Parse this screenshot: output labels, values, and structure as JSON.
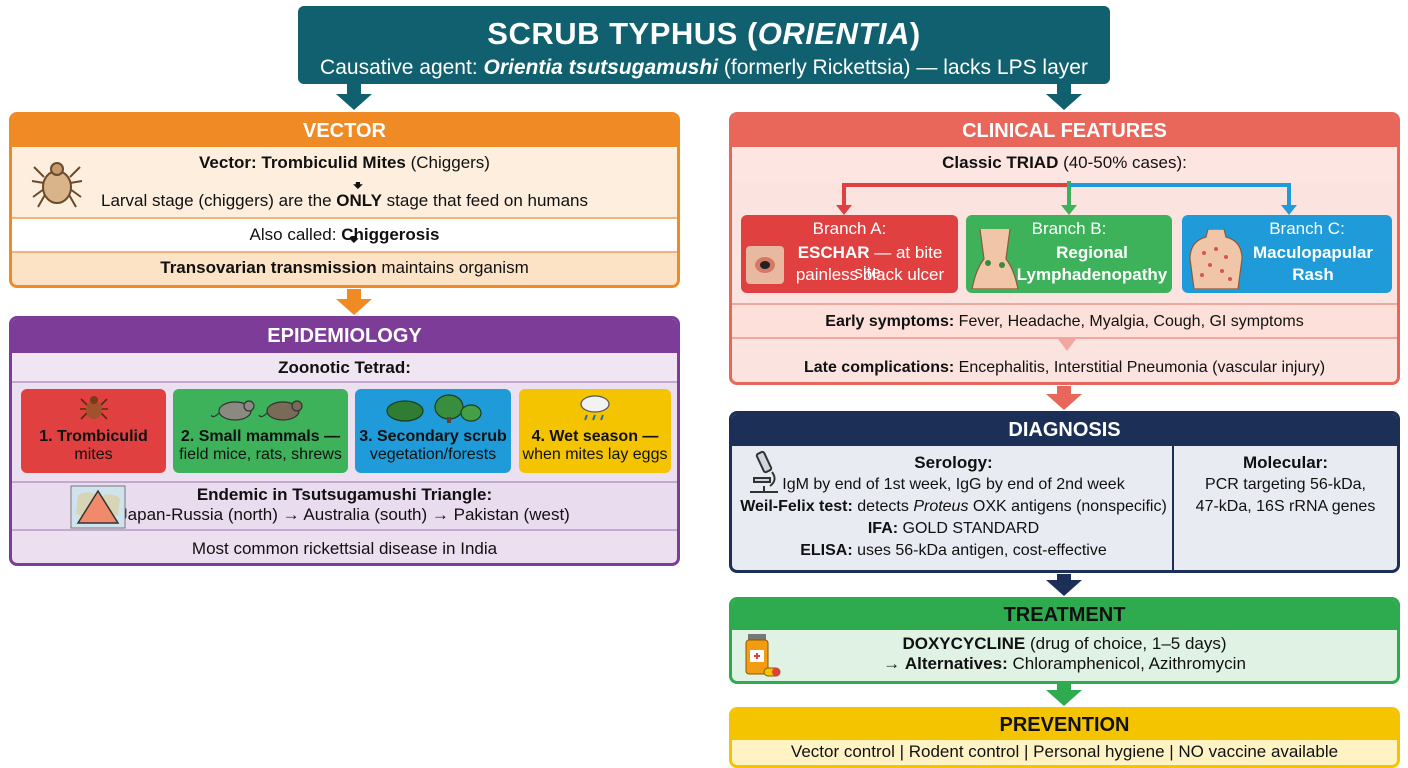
{
  "title": {
    "main_prefix": "SCRUB TYPHUS (",
    "main_italic": "ORIENTIA",
    "main_suffix": ")",
    "sub_prefix": "Causative agent: ",
    "sub_bold_italic": "Orientia tsutsugamushi",
    "sub_suffix": " (formerly Rickettsia) — lacks LPS layer"
  },
  "vector": {
    "header": "VECTOR",
    "line1_bold": "Vector: Trombiculid Mites",
    "line1_rest": " (Chiggers)",
    "line2_pre": "Larval stage (chiggers) are the ",
    "line2_bold": "ONLY",
    "line2_post": " stage that feed on humans",
    "line3_pre": "Also called: ",
    "line3_bold": "Chiggerosis",
    "line4_bold": "Transovarian transmission",
    "line4_rest": " maintains organism"
  },
  "epidemiology": {
    "header": "EPIDEMIOLOGY",
    "tetrad_title": "Zoonotic Tetrad:",
    "cards": [
      {
        "bold": "1. Trombiculid",
        "rest": "mites",
        "color": "#e04040"
      },
      {
        "bold": "2. Small mammals —",
        "rest": "field mice, rats, shrews",
        "color": "#3db25a"
      },
      {
        "bold": "3. Secondary scrub",
        "rest": "vegetation/forests",
        "color": "#1e9bd8"
      },
      {
        "bold": "4. Wet season —",
        "rest": "when mites lay eggs",
        "color": "#f5c400"
      }
    ],
    "triangle_bold": "Endemic in Tsutsugamushi Triangle:",
    "triangle_rest": "Japan-Russia (north) → Australia (south) → Pakistan (west)",
    "footer": "Most common rickettsial disease in India"
  },
  "clinical": {
    "header": "CLINICAL FEATURES",
    "triad_bold": "Classic TRIAD",
    "triad_rest": " (40-50% cases):",
    "branches": [
      {
        "title": "Branch A:",
        "bold": "ESCHAR",
        "rest1": " — at bite site,",
        "rest2": "painless black ulcer",
        "color": "#e04040"
      },
      {
        "title": "Branch B:",
        "line2": "Regional",
        "line3": "Lymphadenopathy",
        "color": "#3db25a"
      },
      {
        "title": "Branch C:",
        "line2": "Maculopapular",
        "line3": "Rash",
        "color": "#1e9bd8"
      }
    ],
    "early_bold": "Early symptoms:",
    "early_rest": " Fever, Headache, Myalgia, Cough, GI symptoms",
    "late_bold": "Late complications:",
    "late_rest": " Encephalitis, Interstitial Pneumonia (vascular injury)"
  },
  "diagnosis": {
    "header": "DIAGNOSIS",
    "serology_title": "Serology:",
    "serology_line1": "IgM by end of 1st week, IgG by end of 2nd week",
    "weil_bold": "Weil-Felix test:",
    "weil_pre": " detects ",
    "weil_italic": "Proteus",
    "weil_post": " OXK antigens (nonspecific)",
    "ifa_bold": "IFA:",
    "ifa_rest": " GOLD STANDARD",
    "elisa_bold": "ELISA:",
    "elisa_rest": " uses 56-kDa antigen, cost-effective",
    "molecular_title": "Molecular:",
    "molecular_line1": "PCR targeting 56-kDa,",
    "molecular_line2": "47-kDa, 16S rRNA genes"
  },
  "treatment": {
    "header": "TREATMENT",
    "line1_bold": "DOXYCYCLINE",
    "line1_rest": " (drug of choice, 1–5 days)",
    "line2_arrow": "→ ",
    "line2_bold": "Alternatives:",
    "line2_rest": " Chloramphenicol, Azithromycin"
  },
  "prevention": {
    "header": "PREVENTION",
    "line": "Vector control | Rodent control | Personal hygiene | NO vaccine available"
  }
}
